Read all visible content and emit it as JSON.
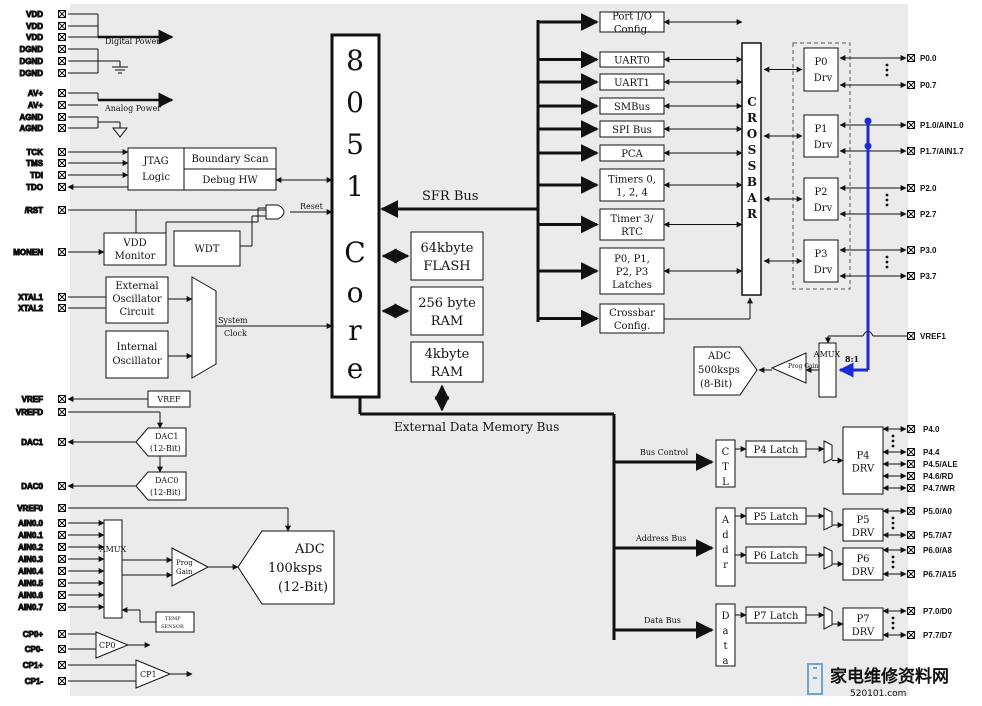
{
  "labels": {
    "digital_power": "Digital Power",
    "analog_power": "Analog Power",
    "reset": "Reset",
    "system_clock_1": "System",
    "system_clock_2": "Clock",
    "sfr_bus": "SFR Bus",
    "ext_mem_bus": "External Data Memory Bus",
    "bus_control": "Bus Control",
    "address_bus": "Address Bus",
    "data_bus": "Data Bus",
    "ratio": "8:1",
    "prog_gain_small": "Prog Gain",
    "prog_gain_1": "Prog",
    "prog_gain_2": "Gain",
    "temp_1": "TEMP",
    "temp_2": "SENSOR"
  },
  "left_pins": [
    "VDD",
    "VDD",
    "VDD",
    "DGND",
    "DGND",
    "DGND",
    "AV+",
    "AV+",
    "AGND",
    "AGND",
    "TCK",
    "TMS",
    "TDI",
    "TDO",
    "/RST",
    "MONEN",
    "XTAL1",
    "XTAL2",
    "VREF",
    "VREFD",
    "DAC1",
    "DAC0",
    "VREF0",
    "AIN0.0",
    "AIN0.1",
    "AIN0.2",
    "AIN0.3",
    "AIN0.4",
    "AIN0.5",
    "AIN0.6",
    "AIN0.7",
    "CP0+",
    "CP0-",
    "CP1+",
    "CP1-"
  ],
  "blocks": {
    "core_text": "8051Core",
    "jtag_1": "JTAG",
    "jtag_2": "Logic",
    "boundary_scan": "Boundary Scan",
    "debug_hw": "Debug HW",
    "vdd_monitor_1": "VDD",
    "vdd_monitor_2": "Monitor",
    "wdt": "WDT",
    "ext_osc_1": "External",
    "ext_osc_2": "Oscillator",
    "ext_osc_3": "Circuit",
    "int_osc_1": "Internal",
    "int_osc_2": "Oscillator",
    "flash_1": "64kbyte",
    "flash_2": "FLASH",
    "ram256_1": "256 byte",
    "ram256_2": "RAM",
    "xram_1": "4kbyte",
    "xram_2": "RAM",
    "crossbar_text": "CROSSBAR",
    "amux_small": "AMUX",
    "adc8_1": "ADC",
    "adc8_2": "500ksps",
    "adc8_3": "(8-Bit)",
    "vref": "VREF",
    "dac1_1": "DAC1",
    "dac1_2": "(12-Bit)",
    "dac0_1": "DAC0",
    "dac0_2": "(12-Bit)",
    "amux": "AMUX",
    "adc12_1": "ADC",
    "adc12_2": "100ksps",
    "adc12_3": "(12-Bit)",
    "cp0": "CP0",
    "cp1": "CP1"
  },
  "peripherals": [
    [
      "Port I/O",
      "Config."
    ],
    [
      "UART0"
    ],
    [
      "UART1"
    ],
    [
      "SMBus"
    ],
    [
      "SPI Bus"
    ],
    [
      "PCA"
    ],
    [
      "Timers 0,",
      "1, 2, 4"
    ],
    [
      "Timer 3/",
      "RTC"
    ],
    [
      "P0, P1,",
      "P2, P3",
      "Latches"
    ],
    [
      "Crossbar",
      "Config."
    ]
  ],
  "port_drivers": [
    {
      "name": "P0",
      "drv": "Drv",
      "pin_top": "P0.0",
      "pin_bottom": "P0.7"
    },
    {
      "name": "P1",
      "drv": "Drv",
      "pin_top": "P1.0/AIN1.0",
      "pin_bottom": "P1.7/AIN1.7"
    },
    {
      "name": "P2",
      "drv": "Drv",
      "pin_top": "P2.0",
      "pin_bottom": "P2.7"
    },
    {
      "name": "P3",
      "drv": "Drv",
      "pin_top": "P3.0",
      "pin_bottom": "P3.7"
    }
  ],
  "vref1_pin": "VREF1",
  "lower_ports": [
    {
      "ctl": "CTL",
      "latch": "P4 Latch",
      "drv_1": "P4",
      "drv_2": "DRV",
      "pins": [
        "P4.0",
        "P4.4",
        "P4.5/ALE",
        "P4.6/RD",
        "P4.7/WR"
      ]
    },
    {
      "ctl": "Addr",
      "latch": "P5 Latch",
      "drv_1": "P5",
      "drv_2": "DRV",
      "pins": [
        "P5.0/A0",
        "P5.7/A7"
      ]
    },
    {
      "ctl": "",
      "latch": "P6 Latch",
      "drv_1": "P6",
      "drv_2": "DRV",
      "pins": [
        "P6.0/A8",
        "P6.7/A15"
      ]
    },
    {
      "ctl": "Data",
      "latch": "P7 Latch",
      "drv_1": "P7",
      "drv_2": "DRV",
      "pins": [
        "P7.0/D0",
        "P7.7/D7"
      ]
    }
  ],
  "watermark": {
    "title": "家电维修资料网",
    "url": "520101.com"
  }
}
